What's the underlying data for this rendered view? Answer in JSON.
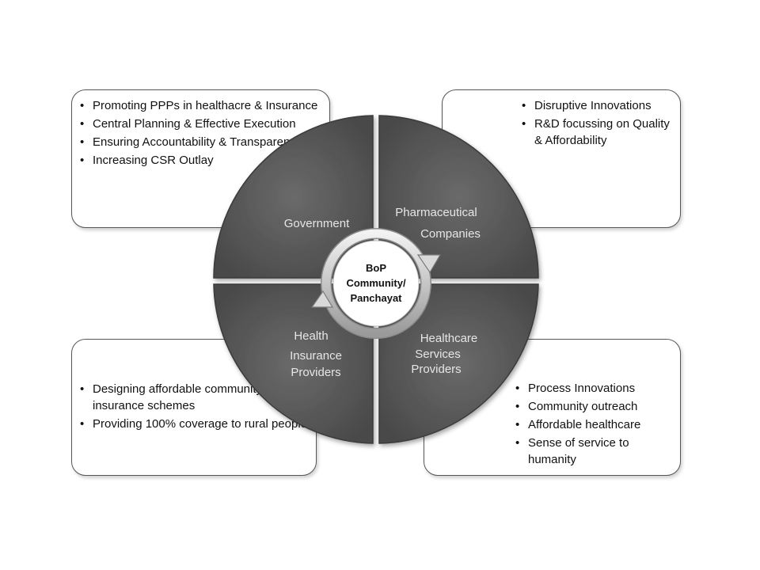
{
  "center": {
    "line1": "BoP",
    "line2": "Community/",
    "line3": "Panchayat"
  },
  "quadrants": {
    "government": {
      "line1": "Government"
    },
    "pharma": {
      "line1": "Pharmaceutical",
      "line2": "Companies"
    },
    "insurance": {
      "line1": "Health",
      "line2": "Insurance",
      "line3": "Providers"
    },
    "healthcare": {
      "line1": "Healthcare",
      "line2": "Services",
      "line3": "Providers"
    }
  },
  "boxes": {
    "government": [
      "Promoting PPPs in healthacre & Insurance",
      "Central Planning & Effective Execution",
      "Ensuring Accountability & Transparency",
      "Increasing CSR Outlay"
    ],
    "pharma": [
      "Disruptive Innovations",
      "R&D focussing on Quality & Affordability"
    ],
    "insurance": [
      "Designing affordable community health insurance schemes",
      "Providing 100% coverage to rural people"
    ],
    "healthcare": [
      "Process Innovations",
      "Community outreach",
      "Affordable healthcare",
      "Sense of service to humanity"
    ]
  }
}
